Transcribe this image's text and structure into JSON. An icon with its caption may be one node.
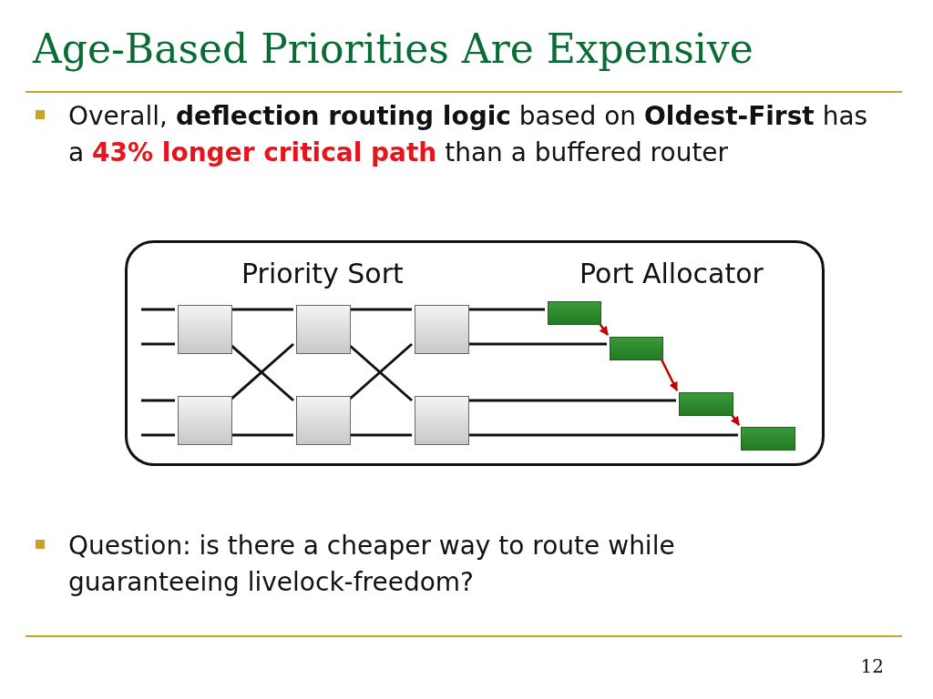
{
  "diagram": {
    "title": "Age-Based Priorities Are Expensive",
    "nodes": [
      {
        "text": [
          "Priority Sort",
          "Port Allocator"
        ]
      },
      {
        "text": [],
        "shape": "box",
        "in": 0
      },
      {
        "text": [],
        "shape": "box",
        "in": 0
      },
      {
        "text": [],
        "shape": "box",
        "in": 0
      },
      {
        "text": [],
        "shape": "box",
        "in": 0
      },
      {
        "text": [],
        "shape": "box",
        "in": 0
      },
      {
        "text": [],
        "shape": "box",
        "in": 0
      },
      {
        "text": [],
        "shape": "bar",
        "in": 0
      },
      {
        "text": [],
        "shape": "bar",
        "in": 0
      },
      {
        "text": [],
        "shape": "bar",
        "in": 0
      },
      {
        "text": [],
        "shape": "bar",
        "in": 0
      }
    ],
    "edges": [
      {
        "from": null,
        "to": 1,
        "arrow": "none"
      },
      {
        "from": null,
        "to": 1,
        "arrow": "none"
      },
      {
        "from": null,
        "to": 2,
        "arrow": "none"
      },
      {
        "from": null,
        "to": 2,
        "arrow": "none"
      },
      {
        "from": 1,
        "to": 3,
        "arrow": "none"
      },
      {
        "from": 1,
        "to": 4,
        "arrow": "none"
      },
      {
        "from": 2,
        "to": 3,
        "arrow": "none"
      },
      {
        "from": 2,
        "to": 4,
        "arrow": "none"
      },
      {
        "from": 3,
        "to": 5,
        "arrow": "none"
      },
      {
        "from": 3,
        "to": 6,
        "arrow": "none"
      },
      {
        "from": 4,
        "to": 5,
        "arrow": "none"
      },
      {
        "from": 4,
        "to": 6,
        "arrow": "none"
      },
      {
        "from": 5,
        "to": 7,
        "arrow": "none"
      },
      {
        "from": 5,
        "to": 8,
        "arrow": "none"
      },
      {
        "from": 6,
        "to": 9,
        "arrow": "none"
      },
      {
        "from": 6,
        "to": 10,
        "arrow": "none"
      },
      {
        "from": 7,
        "to": 8,
        "arrow": "to",
        "color": "#c00000"
      },
      {
        "from": 8,
        "to": 9,
        "arrow": "to",
        "color": "#c00000"
      },
      {
        "from": 9,
        "to": 10,
        "arrow": "to",
        "color": "#c00000"
      }
    ],
    "labels": [
      "Overall, **deflection routing logic** based on **Oldest-First** has a **43% longer critical path** than a buffered router",
      "Question: is there a cheaper way to route while guaranteeing livelock-freedom?",
      "12"
    ]
  }
}
